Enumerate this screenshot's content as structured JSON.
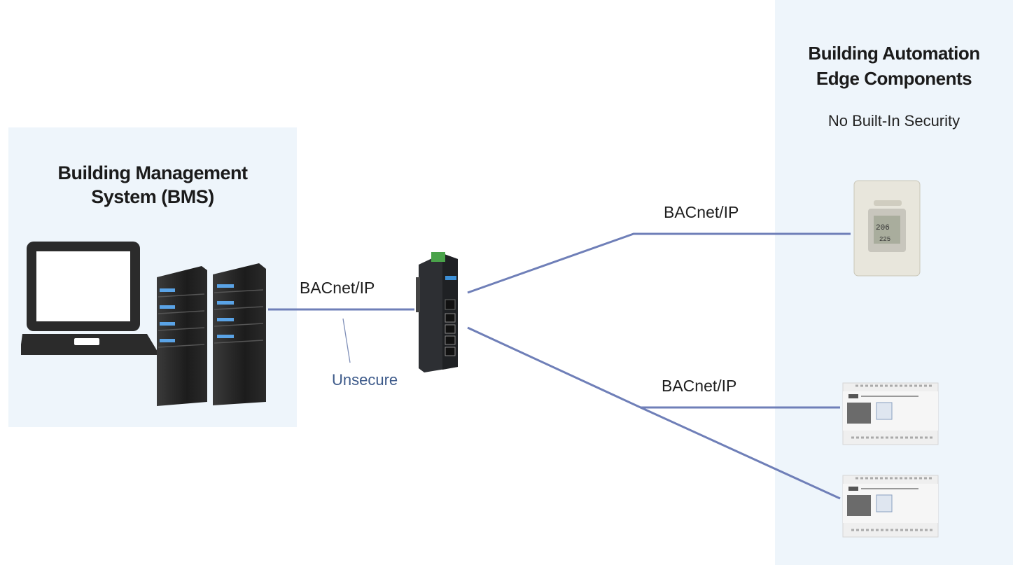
{
  "bms": {
    "title_line1": "Building Management",
    "title_line2": "System (BMS)"
  },
  "edge": {
    "title_line1": "Building Automation",
    "title_line2": "Edge Components",
    "subtitle": "No Built-In Security"
  },
  "links": {
    "bms_to_switch": "BACnet/IP",
    "unsecure_note": "Unsecure",
    "switch_to_thermostat": "BACnet/IP",
    "switch_to_plc": "BACnet/IP"
  },
  "colors": {
    "wire": "#6f7fb8",
    "panel": "#eef5fb",
    "unsecure_text": "#3d5a8a"
  }
}
